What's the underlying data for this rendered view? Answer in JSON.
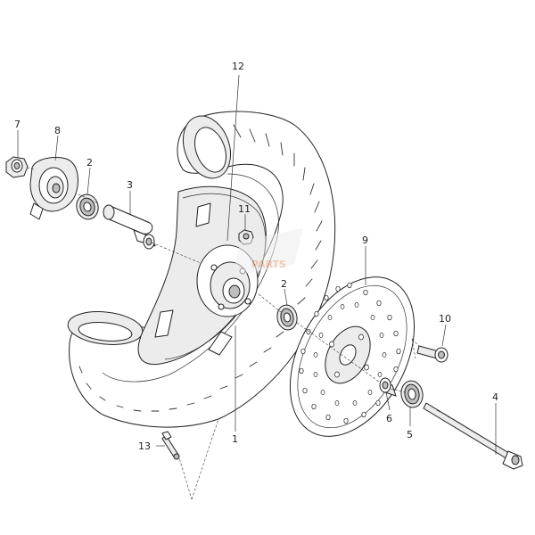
{
  "diagram": {
    "type": "exploded-parts-view",
    "subject": "front wheel assembly",
    "callouts": [
      {
        "id": "c12",
        "label": "12"
      },
      {
        "id": "c7",
        "label": "7"
      },
      {
        "id": "c8",
        "label": "8"
      },
      {
        "id": "c2a",
        "label": "2"
      },
      {
        "id": "c3",
        "label": "3"
      },
      {
        "id": "c11",
        "label": "11"
      },
      {
        "id": "c9",
        "label": "9"
      },
      {
        "id": "c2b",
        "label": "2"
      },
      {
        "id": "c10",
        "label": "10"
      },
      {
        "id": "c4",
        "label": "4"
      },
      {
        "id": "c6",
        "label": "6"
      },
      {
        "id": "c5",
        "label": "5"
      },
      {
        "id": "c1",
        "label": "1"
      },
      {
        "id": "c13",
        "label": "13"
      }
    ],
    "watermark": {
      "text": "PARTS",
      "color": "#e8a07a"
    }
  }
}
